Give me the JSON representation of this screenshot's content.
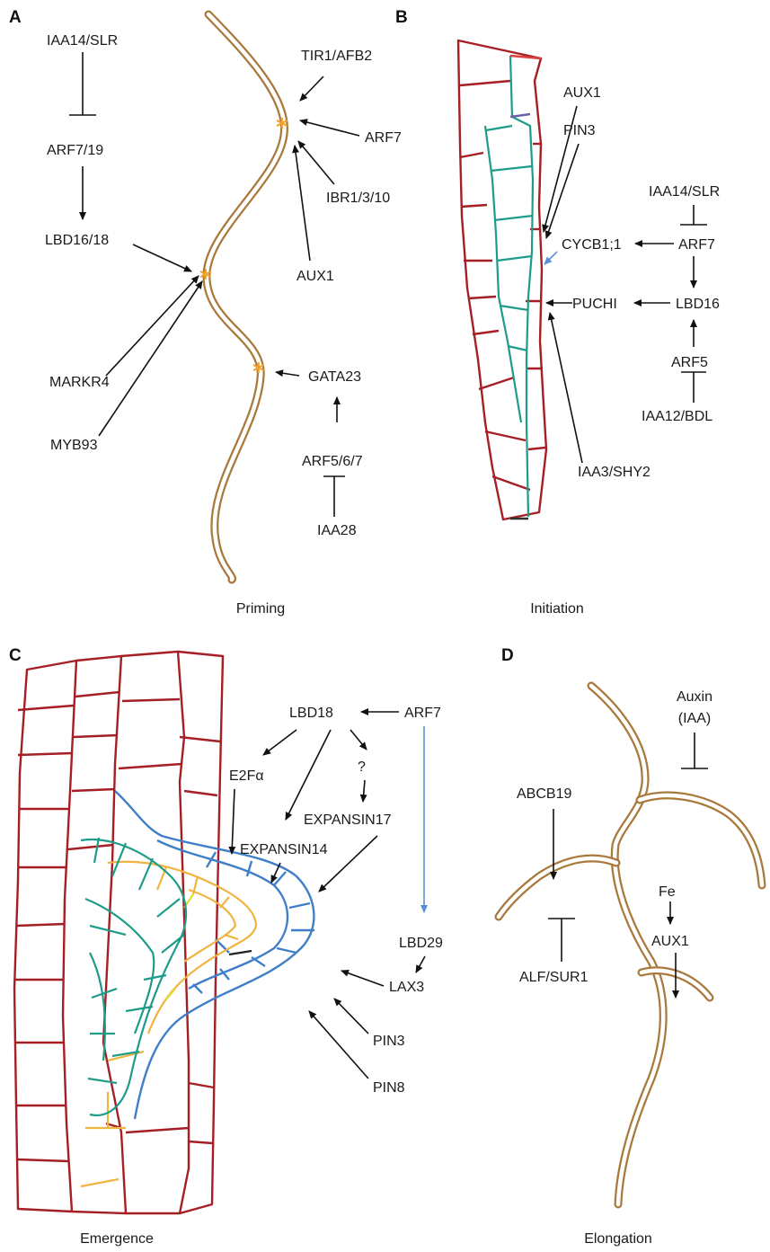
{
  "panels": {
    "A": {
      "letter": "A",
      "caption": "Priming",
      "labels": {
        "iaa14": "IAA14/SLR",
        "arf719": "ARF7/19",
        "lbd1618": "LBD16/18",
        "markr4": "MARKR4",
        "myb93": "MYB93",
        "tir1": "TIR1/AFB2",
        "arf7": "ARF7",
        "ibr": "IBR1/3/10",
        "aux1": "AUX1",
        "gata23": "GATA23",
        "arf567": "ARF5/6/7",
        "iaa28": "IAA28"
      }
    },
    "B": {
      "letter": "B",
      "caption": "Initiation",
      "labels": {
        "aux1": "AUX1",
        "pin3": "PIN3",
        "iaa14": "IAA14/SLR",
        "cycb": "CYCB1;1",
        "arf7": "ARF7",
        "puchi": "PUCHI",
        "lbd16": "LBD16",
        "arf5": "ARF5",
        "iaa12": "IAA12/BDL",
        "iaa3": "IAA3/SHY2"
      }
    },
    "C": {
      "letter": "C",
      "caption": "Emergence",
      "labels": {
        "lbd18": "LBD18",
        "arf7": "ARF7",
        "e2fa": "E2Fα",
        "q": "?",
        "exp17": "EXPANSIN17",
        "exp14": "EXPANSIN14",
        "lbd29": "LBD29",
        "lax3": "LAX3",
        "pin3": "PIN3",
        "pin8": "PIN8"
      }
    },
    "D": {
      "letter": "D",
      "caption": "Elongation",
      "labels": {
        "auxin": "Auxin",
        "iaa": "(IAA)",
        "abcb19": "ABCB19",
        "fe": "Fe",
        "aux1": "AUX1",
        "alf": "ALF/SUR1"
      }
    }
  }
}
